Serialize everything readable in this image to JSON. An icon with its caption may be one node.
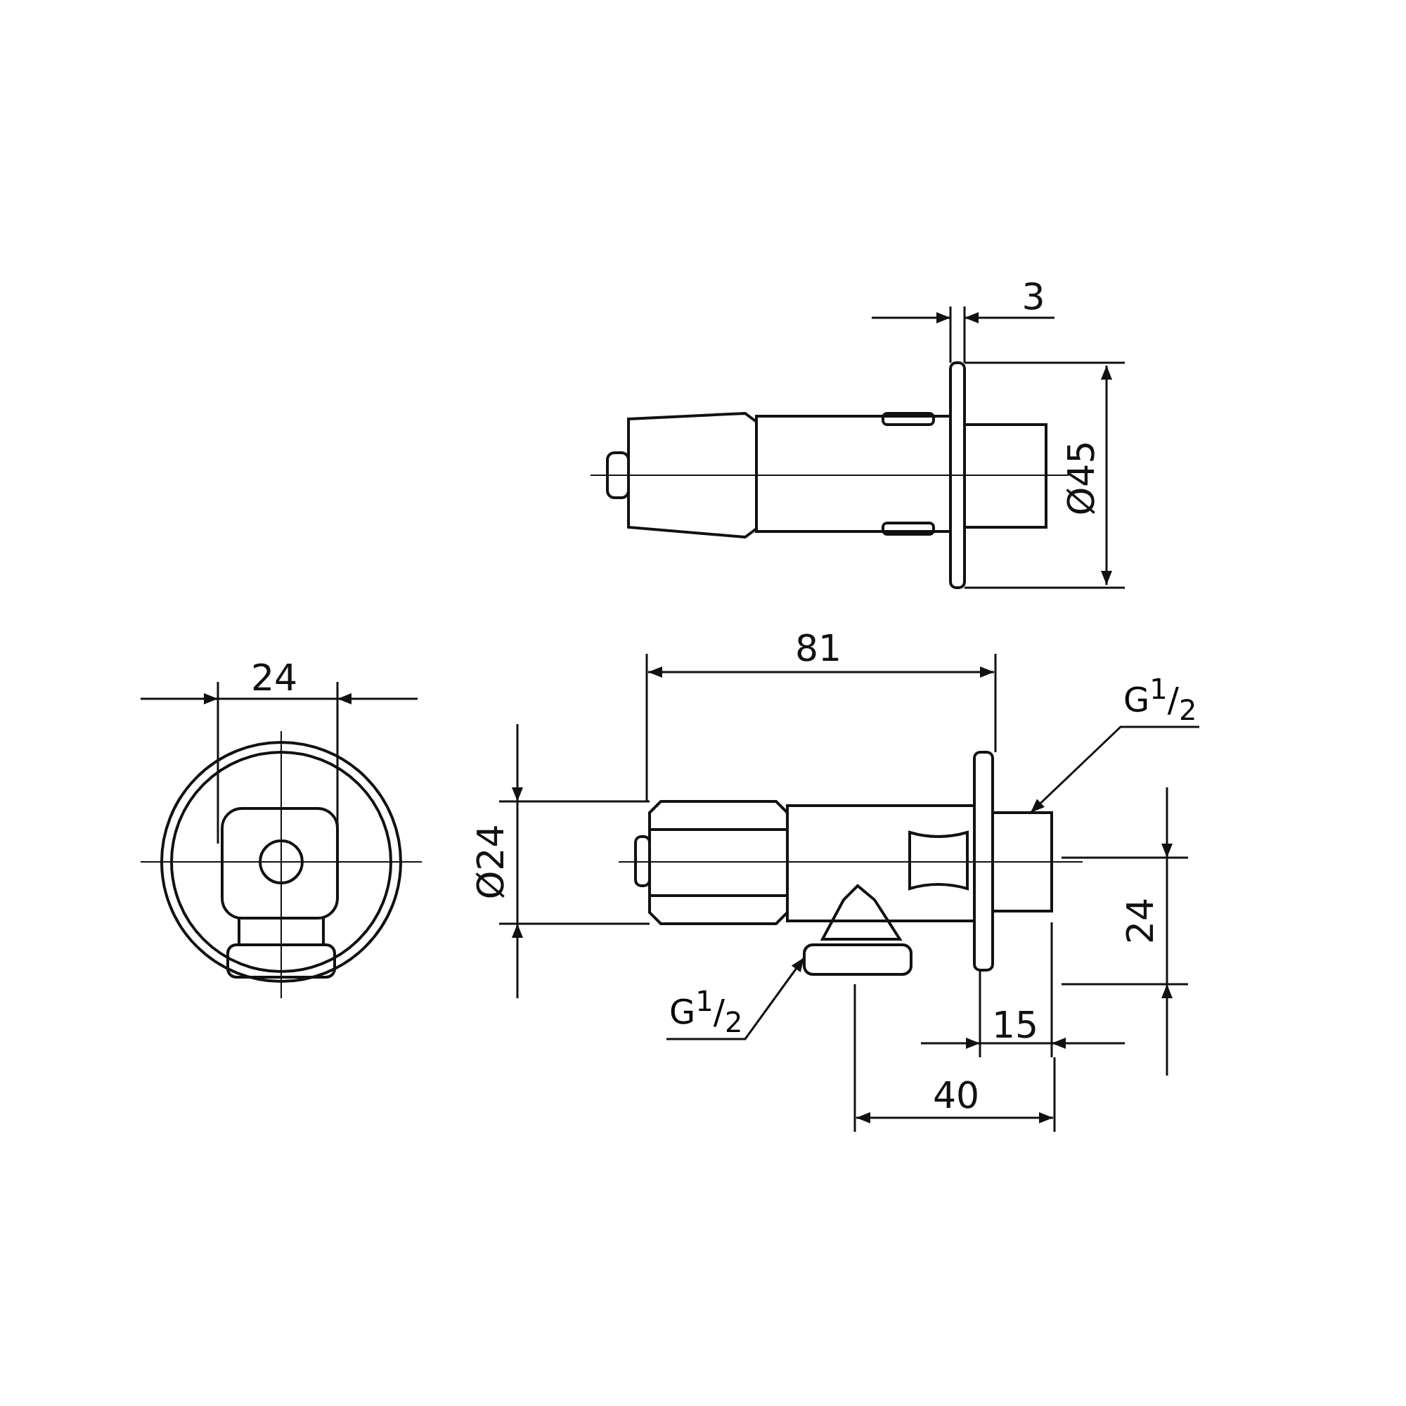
{
  "diagram": {
    "nodes": [
      {
        "text": [
          "G$^{1}$/$_{2}$"
        ]
      },
      {
        "text": [
          "G$^{1}$/$_{2}$"
        ]
      },
      {
        "text": [],
        "shape": "box"
      },
      {
        "text": [],
        "shape": "box"
      }
    ],
    "edges": [
      {
        "from": 0,
        "to": 2,
        "arrow": "to"
      },
      {
        "from": 1,
        "to": 3,
        "arrow": "to"
      }
    ],
    "labels": [
      "3",
      "Ø45",
      "81",
      "24",
      "Ø24",
      "24",
      "15",
      "40"
    ]
  }
}
